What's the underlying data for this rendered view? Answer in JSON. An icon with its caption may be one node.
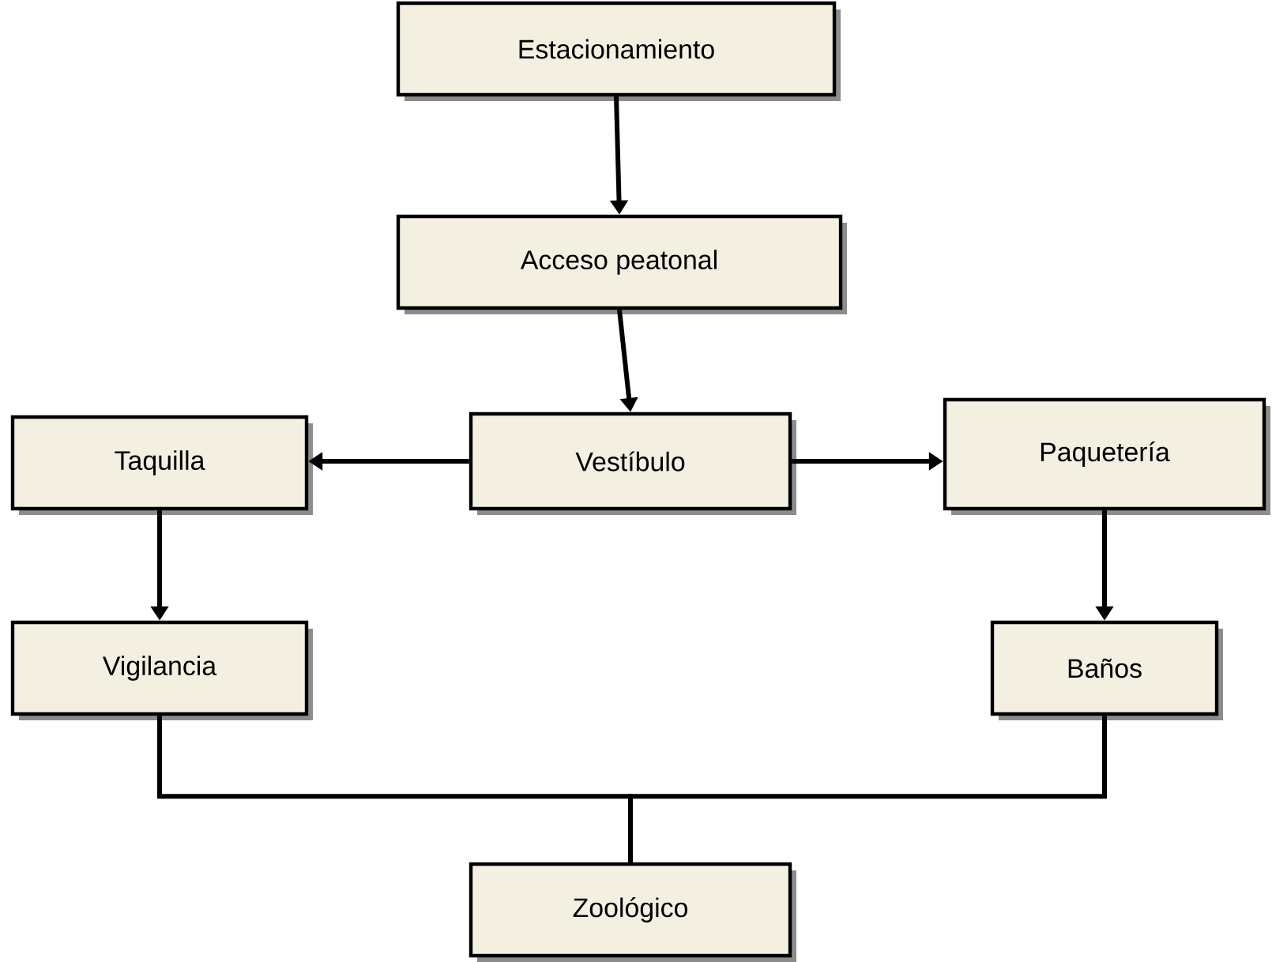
{
  "diagram": {
    "nodes": [
      {
        "text": [
          "Estacionamiento"
        ]
      },
      {
        "text": [
          "Acceso peatonal"
        ]
      },
      {
        "text": [
          "Vestíbulo"
        ]
      },
      {
        "text": [
          "Taquilla"
        ]
      },
      {
        "text": [
          "Paquetería"
        ]
      },
      {
        "text": [
          "Vigilancia"
        ]
      },
      {
        "text": [
          "Baños"
        ]
      },
      {
        "text": [
          "Zoológico"
        ]
      }
    ],
    "edges": [
      {
        "from": 0,
        "to": 1,
        "arrow": "to"
      },
      {
        "from": 1,
        "to": 2,
        "arrow": "to"
      },
      {
        "from": 2,
        "to": 3,
        "arrow": "to"
      },
      {
        "from": 2,
        "to": 4,
        "arrow": "to"
      },
      {
        "from": 3,
        "to": 5,
        "arrow": "to"
      },
      {
        "from": 4,
        "to": 6,
        "arrow": "to"
      },
      {
        "from": 5,
        "to": 7,
        "arrow": "none"
      },
      {
        "from": 6,
        "to": 7,
        "arrow": "none"
      }
    ]
  }
}
